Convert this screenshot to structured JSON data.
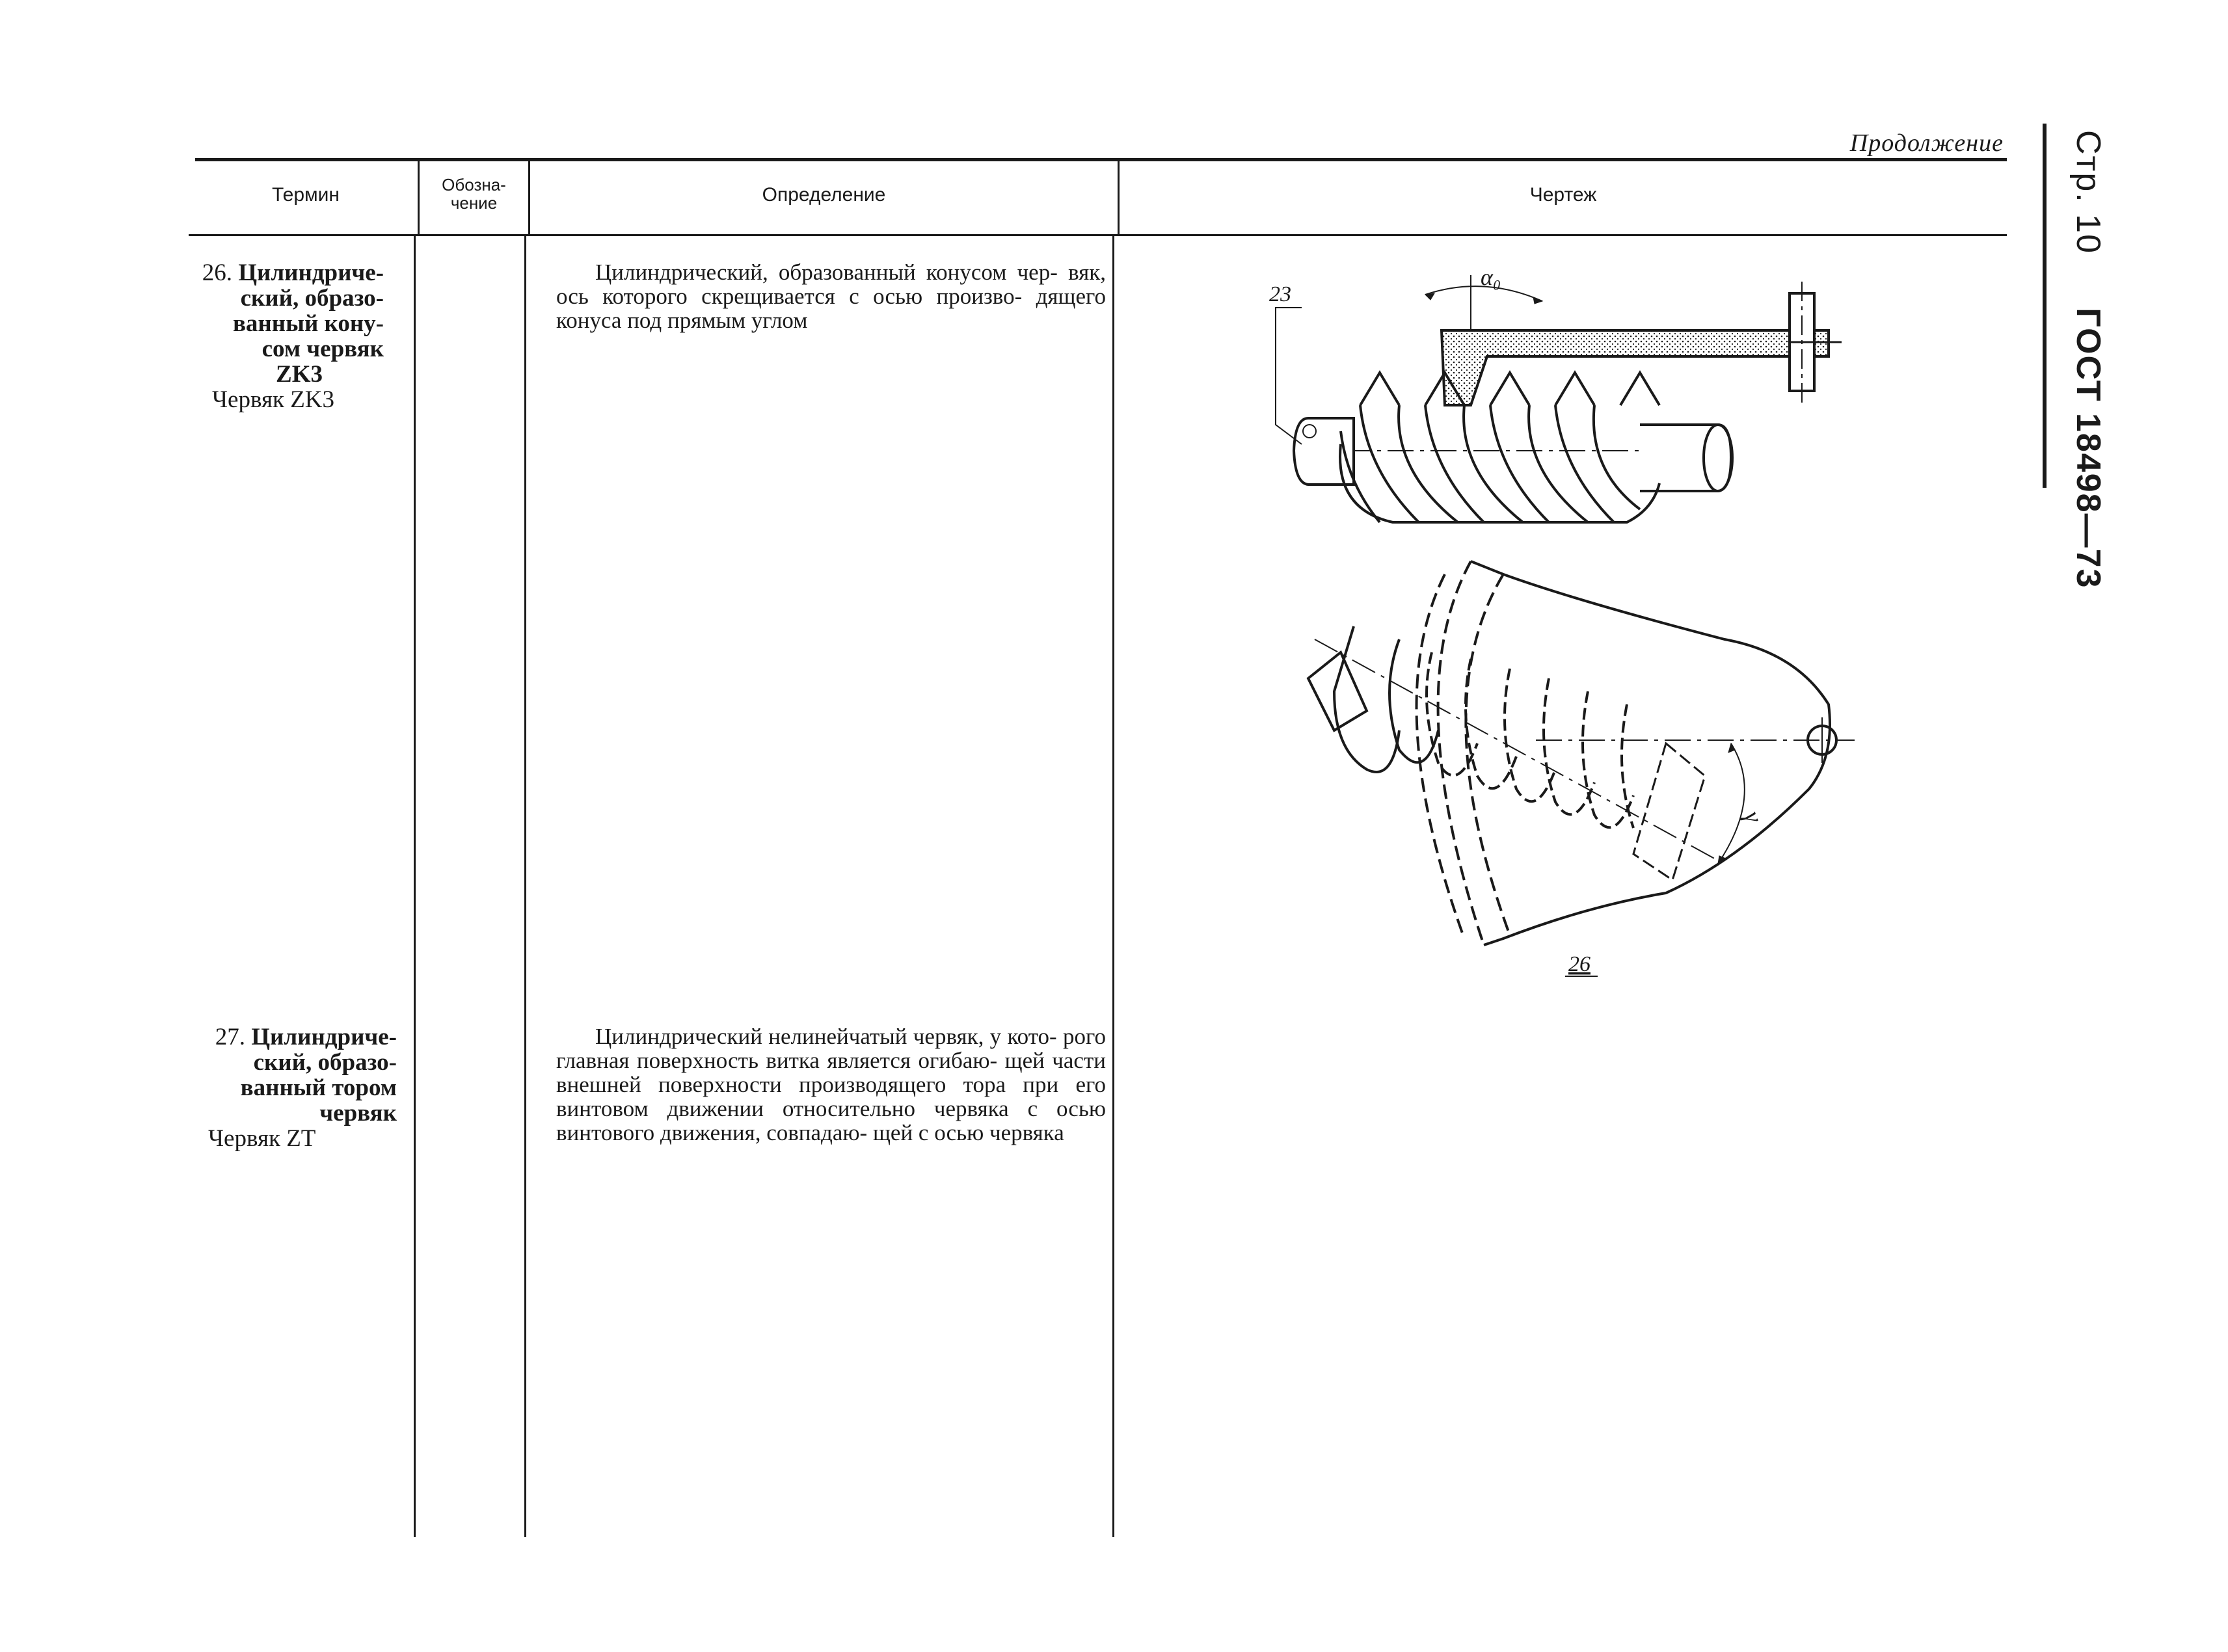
{
  "header": {
    "continuation": "Продолжение",
    "page_label": "Стр. 10",
    "standard": "ГОСТ 18498—73"
  },
  "table_headers": {
    "term": "Термин",
    "designation_line1": "Обозна-",
    "designation_line2": "чение",
    "definition": "Определение",
    "drawing": "Чертеж"
  },
  "rows": [
    {
      "number": "26.",
      "term_lines": [
        "Цилиндриче-",
        "ский, образо-",
        "ванный кону-",
        "сом червяк",
        "ZK3"
      ],
      "short_name": "Червяк ZK3",
      "definition_lines": [
        "Цилиндрический, образованный конусом чер-",
        "вяк, ось которого скрещивается с осью произво-",
        "дящего конуса под прямым углом"
      ],
      "drawing": {
        "label_top": "23",
        "angle_alpha": "α₀",
        "angle_gamma": "γ",
        "label_bottom": "26"
      }
    },
    {
      "number": "27.",
      "term_lines": [
        "Цилиндриче-",
        "ский, образо-",
        "ванный тором",
        "червяк"
      ],
      "short_name": "Червяк ZT",
      "definition_lines": [
        "Цилиндрический нелинейчатый червяк, у кото-",
        "рого главная поверхность витка является огибаю-",
        "щей части внешней поверхности производящего",
        "тора при его винтовом движении относительно",
        "червяка с осью винтового движения, совпадаю-",
        "щей с осью червяка"
      ]
    }
  ]
}
